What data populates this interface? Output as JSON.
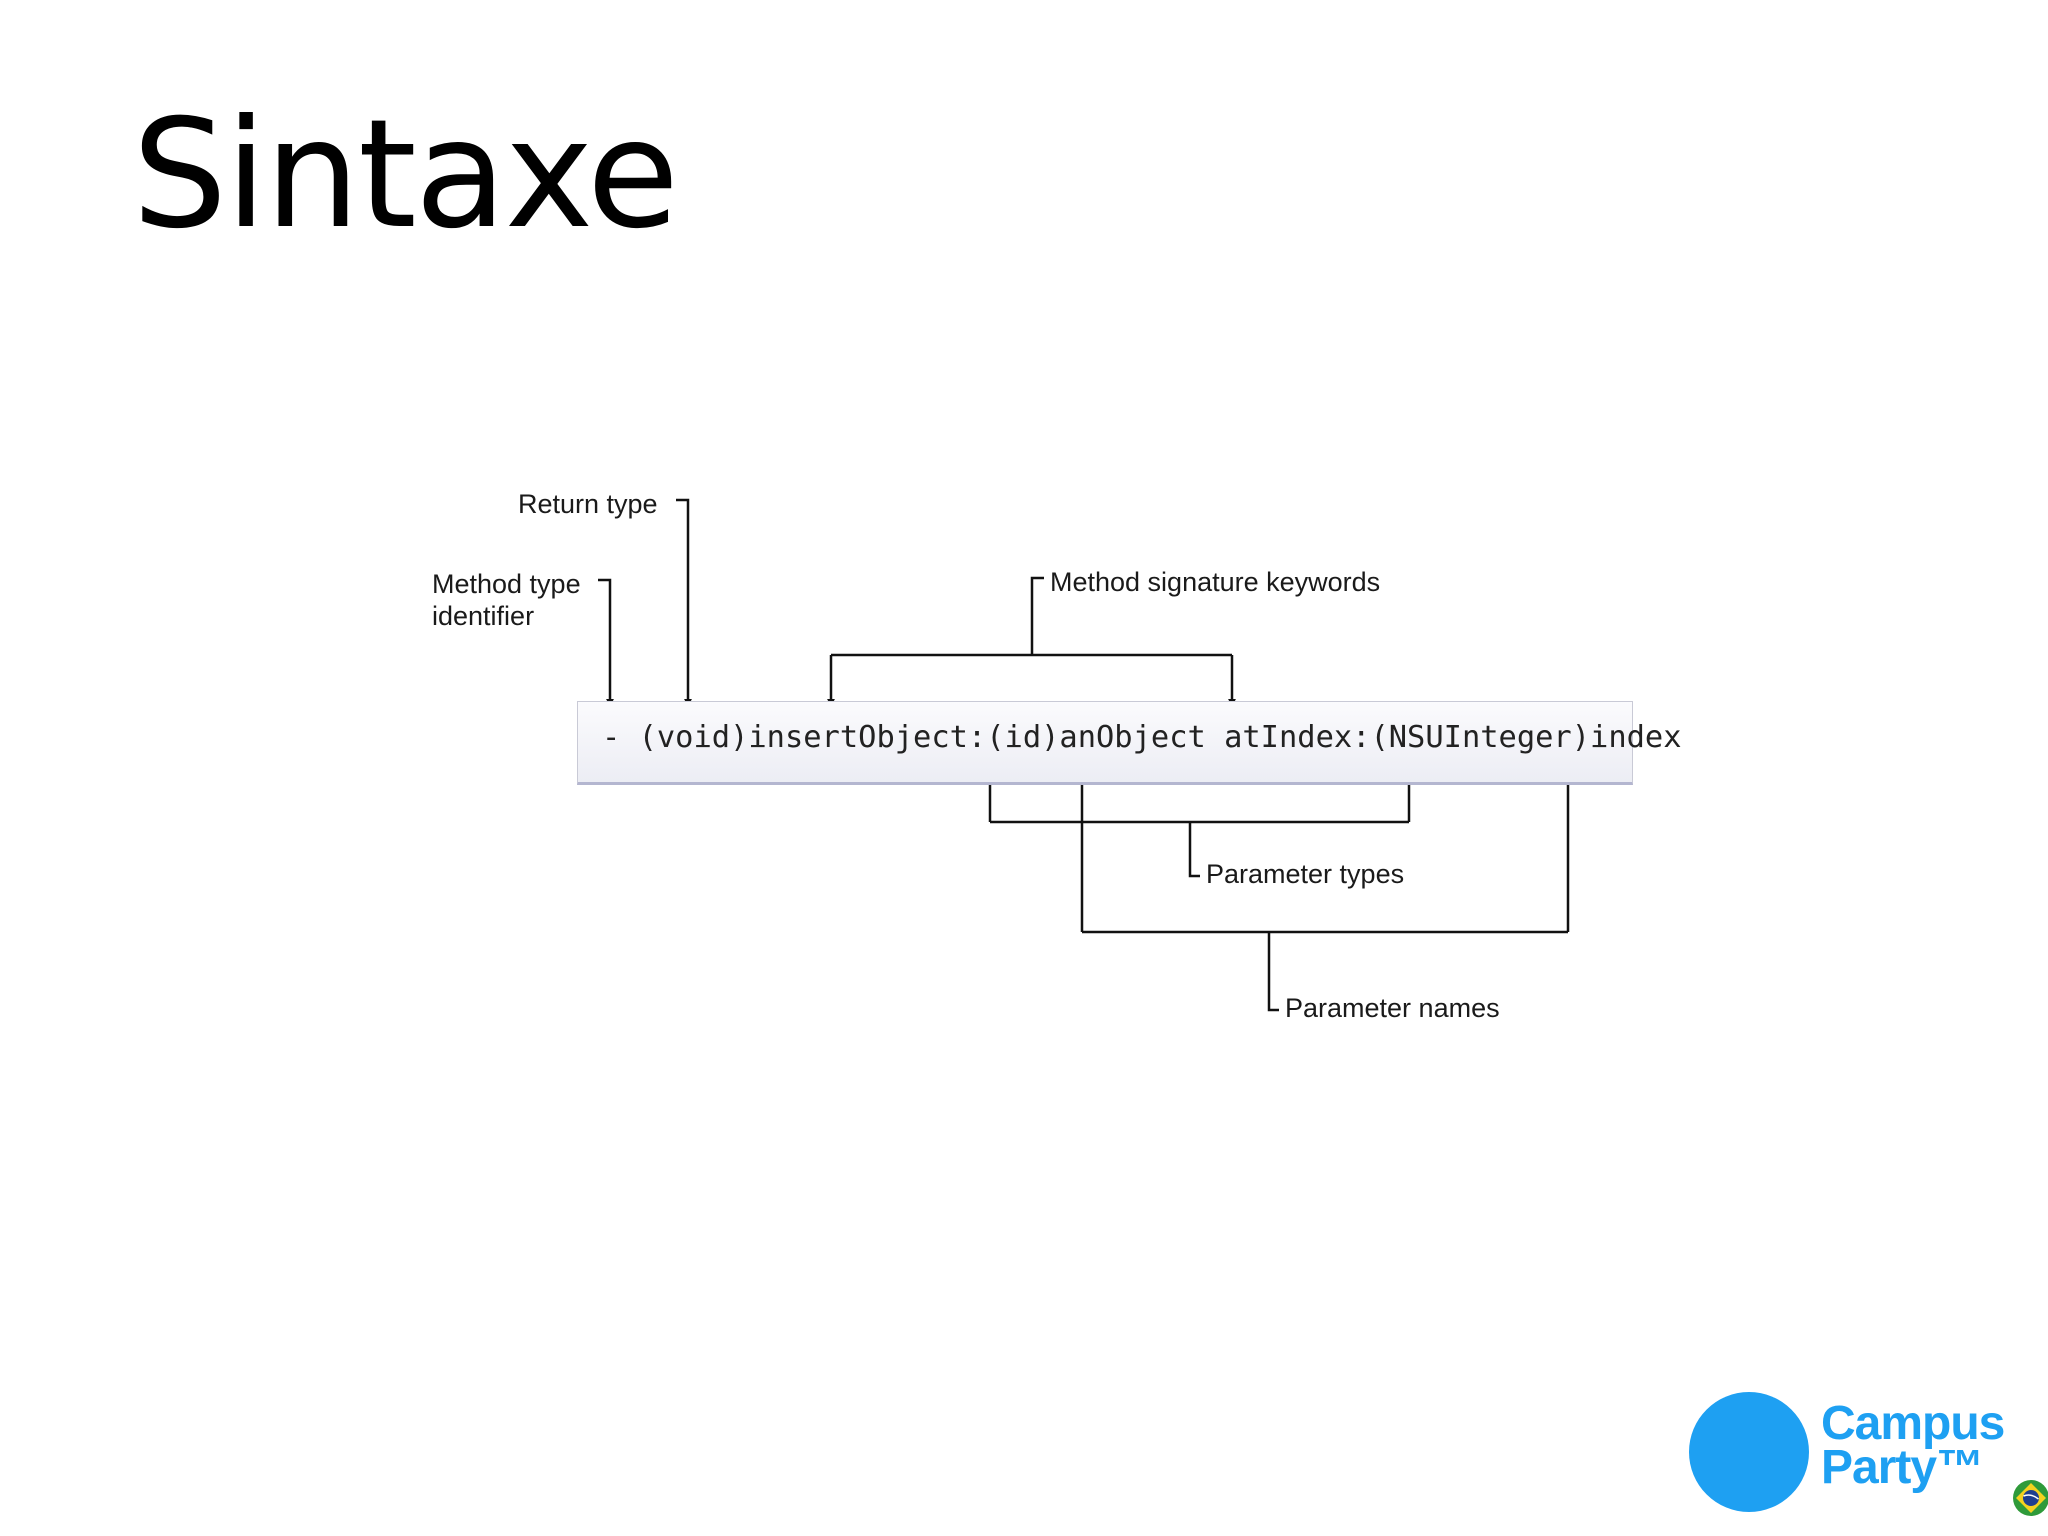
{
  "slide": {
    "title": "Sintaxe"
  },
  "diagram": {
    "code": "- (void)insertObject:(id)anObject atIndex:(NSUInteger)index",
    "labels": {
      "return_type": "Return type",
      "method_type_line1": "Method type",
      "method_type_line2": "identifier",
      "signature_keywords": "Method signature keywords",
      "parameter_types": "Parameter types",
      "parameter_names": "Parameter names"
    }
  },
  "logo": {
    "line1": "Campus",
    "line2": "Party™",
    "color": "#1ea0f2",
    "flag_icon": "brazil-flag-icon"
  }
}
